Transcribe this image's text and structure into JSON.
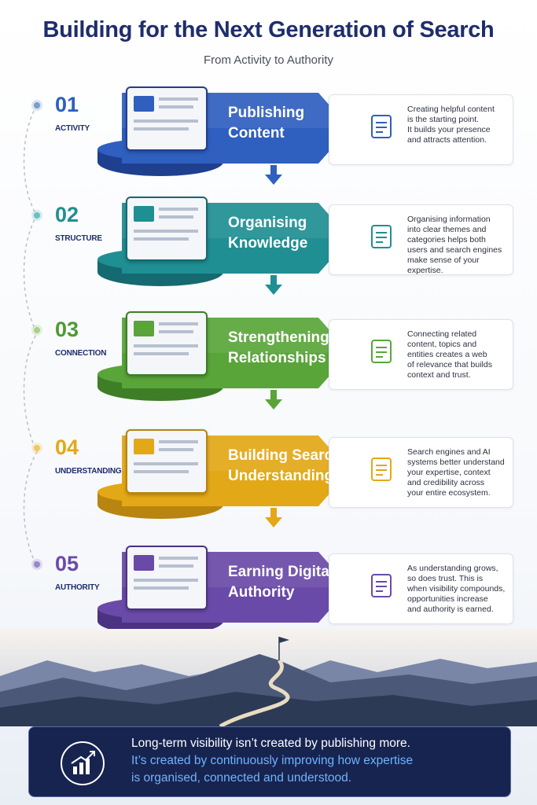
{
  "header": {
    "title": "Building for the Next Generation of Search",
    "subtitle": "From Activity to Authority"
  },
  "steps": [
    {
      "num": "01",
      "label": "ACTIVITY",
      "title_line1": "Publishing",
      "title_line2": "Content",
      "color": "#2f5fbf",
      "dark": "#1f3f8f",
      "num_color": "#2a5fc0",
      "dot_color": "#7aa0c8",
      "icon": "laptop-icon",
      "card_icon": "document-icon",
      "desc": [
        "Creating helpful content",
        "is the starting point.",
        "It builds your presence",
        "and attracts attention."
      ]
    },
    {
      "num": "02",
      "label": "STRUCTURE",
      "title_line1": "Organising",
      "title_line2": "Knowledge",
      "color": "#1f8f93",
      "dark": "#146a70",
      "num_color": "#1f8f93",
      "dot_color": "#6fbfc0",
      "icon": "folder-icon",
      "card_icon": "folder-tree-icon",
      "desc": [
        "Organising information",
        "into clear themes and",
        "categories helps both",
        "users and search engines",
        "make sense of your",
        "expertise."
      ]
    },
    {
      "num": "03",
      "label": "CONNECTION",
      "title_line1": "Strengthening",
      "title_line2": "Relationships",
      "color": "#5aa53a",
      "dark": "#3d7e26",
      "num_color": "#4e9a32",
      "dot_color": "#a8d08a",
      "icon": "network-link-icon",
      "card_icon": "network-icon",
      "desc": [
        "Connecting related",
        "content, topics and",
        "entities creates a web",
        "of relevance that builds",
        "context and trust."
      ]
    },
    {
      "num": "04",
      "label": "UNDERSTANDING",
      "title_line1": "Building Search",
      "title_line2": "Understanding",
      "color": "#e3a817",
      "dark": "#b88510",
      "num_color": "#e3a817",
      "dot_color": "#f0c860",
      "icon": "search-analytics-icon",
      "card_icon": "brain-icon",
      "desc": [
        "Search engines and AI",
        "systems better understand",
        "your expertise, context",
        "and credibility across",
        "your entire ecosystem."
      ]
    },
    {
      "num": "05",
      "label": "AUTHORITY",
      "title_line1": "Earning Digital",
      "title_line2": "Authority",
      "color": "#6a4aa8",
      "dark": "#4c3282",
      "num_color": "#6a4aa8",
      "dot_color": "#9a86c8",
      "icon": "trophy-icon",
      "card_icon": "shield-star-icon",
      "desc": [
        "As understanding grows,",
        "so does trust. This is",
        "when visibility compounds,",
        "opportunities increase",
        "and authority is earned."
      ]
    }
  ],
  "footer": {
    "line1": "Long-term visibility isn’t created by publishing more.",
    "line2": "It’s created by continuously improving how expertise",
    "line3": "is organised, connected and understood.",
    "icon": "growth-chart-icon"
  }
}
